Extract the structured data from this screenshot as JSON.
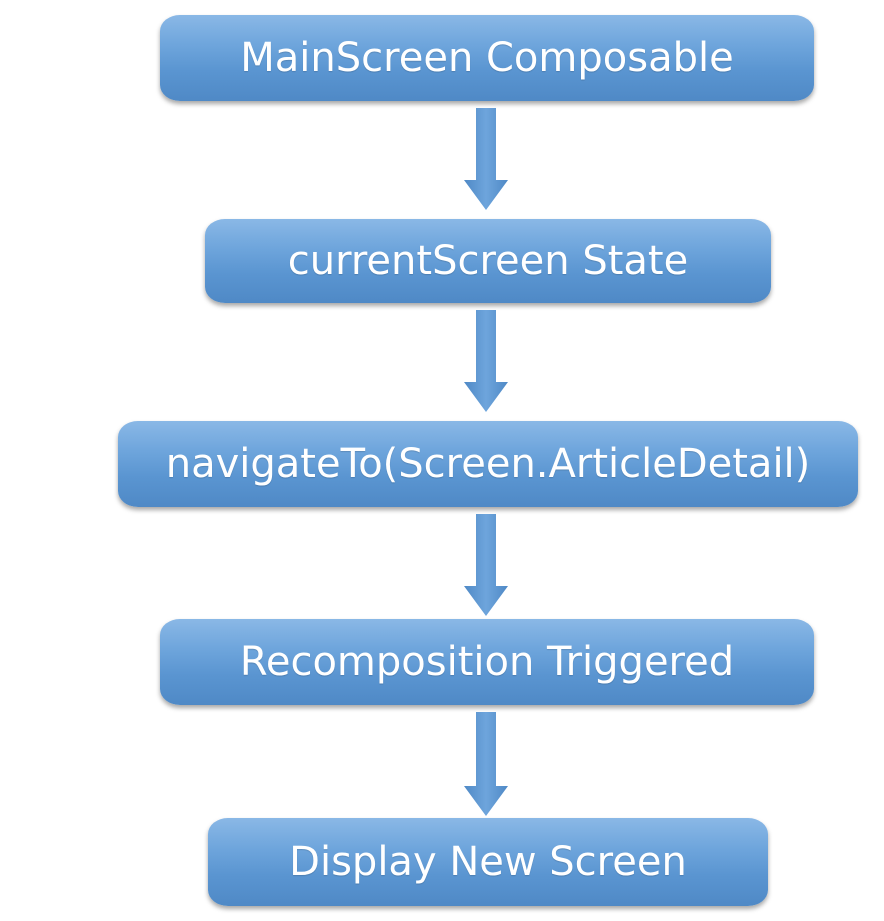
{
  "diagram": {
    "nodes": [
      {
        "id": "main-screen",
        "label": "MainScreen Composable"
      },
      {
        "id": "current-screen",
        "label": "currentScreen State"
      },
      {
        "id": "navigate-to",
        "label": "navigateTo(Screen.ArticleDetail)"
      },
      {
        "id": "recomposition",
        "label": "Recomposition Triggered"
      },
      {
        "id": "display-new",
        "label": "Display New Screen"
      }
    ],
    "edges": [
      {
        "from": "main-screen",
        "to": "current-screen"
      },
      {
        "from": "current-screen",
        "to": "navigate-to"
      },
      {
        "from": "navigate-to",
        "to": "recomposition"
      },
      {
        "from": "recomposition",
        "to": "display-new"
      }
    ],
    "colors": {
      "node_top": "#8ab8e6",
      "node_bottom": "#4f89c6",
      "arrow": "#5b97d3",
      "text": "#ffffff"
    }
  }
}
